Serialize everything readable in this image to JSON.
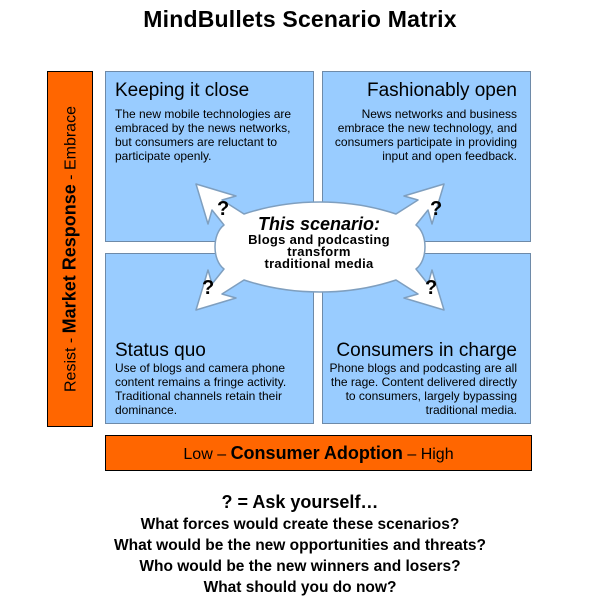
{
  "title": "MindBullets Scenario Matrix",
  "vertical_axis": {
    "low": "Resist",
    "dash": " - ",
    "label": "Market Response",
    "high": "Embrace"
  },
  "horizontal_axis": {
    "low": "Low",
    "dash": " – ",
    "label": "Consumer Adoption",
    "high": "High"
  },
  "quadrants": {
    "top_left": {
      "title": "Keeping it close",
      "description": "The new mobile technologies are embraced by the news networks, but consumers are reluctant to participate openly."
    },
    "top_right": {
      "title": "Fashionably open",
      "description": "News networks and business embrace the new technology, and consumers participate in providing input and open feedback."
    },
    "bottom_left": {
      "title": "Status quo",
      "description": "Use of blogs and camera phone content remains a fringe activity. Traditional channels retain their dominance."
    },
    "bottom_right": {
      "title": "Consumers in charge",
      "description": "Phone blogs and podcasting are all the rage. Content delivered directly to consumers, largely bypassing traditional media."
    }
  },
  "center": {
    "heading": "This scenario:",
    "lines": [
      "Blogs and podcasting",
      "transform",
      "traditional media"
    ]
  },
  "question_mark": "?",
  "footer": {
    "heading": "? = Ask yourself…",
    "questions": [
      "What forces would create these scenarios?",
      "What would be the new opportunities and threats?",
      "Who would be the new winners and losers?",
      "What should you do now?"
    ]
  },
  "colors": {
    "axis_bar": "#ff6600",
    "quadrant": "#99ccff",
    "center_shape": "#ffffff",
    "center_outline": "#7f9fbf"
  }
}
